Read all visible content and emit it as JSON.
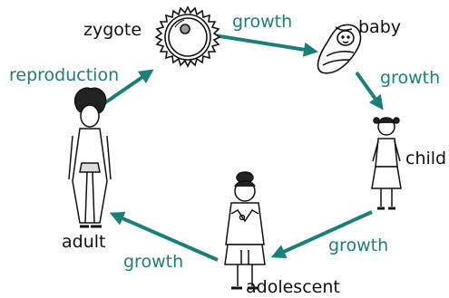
{
  "colors": {
    "accent": "#1a7f78",
    "ink": "#111111"
  },
  "stages": {
    "zygote": "zygote",
    "baby": "baby",
    "child": "child",
    "adolescent": "adolescent",
    "adult": "adult"
  },
  "processes": {
    "zygote_to_baby": "growth",
    "baby_to_child": "growth",
    "child_to_adolescent": "growth",
    "adolescent_to_adult": "growth",
    "adult_to_zygote": "reproduction"
  }
}
